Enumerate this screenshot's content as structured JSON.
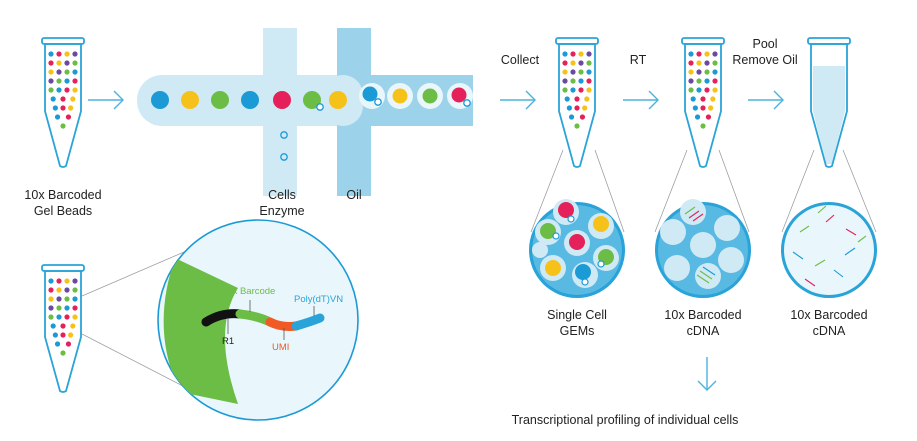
{
  "colors": {
    "tube_blue": "#2aa3d8",
    "channel_light": "#cfeaf5",
    "channel_oil": "#9dd3ea",
    "arrow_blue": "#4db2dd",
    "bead_blue": "#1b9ad6",
    "bead_yellow": "#f6c21a",
    "bead_green": "#6cbd45",
    "bead_red": "#e4215b",
    "bead_purple": "#6b4aa1",
    "barcode_green": "#6cbd45",
    "umi_orange": "#f15a24",
    "polydt_blue": "#2aa3d8"
  },
  "labels": {
    "gel_beads_line1": "10x Barcoded",
    "gel_beads_line2": "Gel Beads",
    "cells": "Cells",
    "enzyme": "Enzyme",
    "oil": "Oil",
    "collect": "Collect",
    "rt": "RT",
    "pool": "Pool",
    "remove_oil": "Remove Oil",
    "gems_line1": "Single Cell",
    "gems_line2": "GEMs",
    "cdna1_line1": "10x Barcoded",
    "cdna1_line2": "cDNA",
    "cdna2_line1": "10x Barcoded",
    "cdna2_line2": "cDNA",
    "profiling": "Transcriptional profiling of individual cells",
    "barcode": "10x Barcode",
    "r1": "R1",
    "umi": "UMI",
    "polydt": "Poly(dT)VN"
  },
  "icons": {
    "step_arrow": "chevron-right-arrow",
    "down_arrow": "chevron-down-arrow"
  }
}
